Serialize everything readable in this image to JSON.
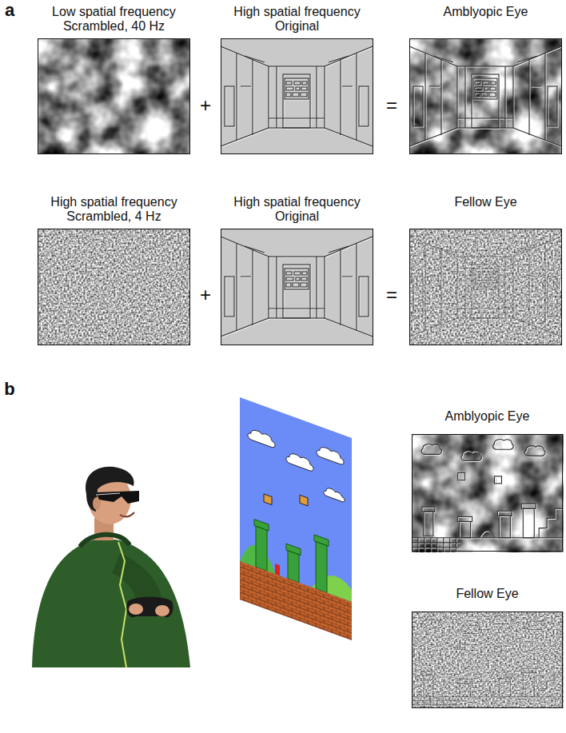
{
  "diagram": {
    "nodes": [
      {
        "text": [
          "Low spatial frequency Scrambled, 40 Hz"
        ]
      },
      {
        "text": [
          "High spatial frequency Original"
        ]
      },
      {
        "text": [
          "Amblyopic Eye"
        ]
      },
      {
        "text": [
          "High spatial frequency Scrambled, 4 Hz"
        ]
      },
      {
        "text": [
          "High spatial frequency Original"
        ]
      },
      {
        "text": [
          "Fellow Eye"
        ]
      },
      {
        "text": [
          "Amblyopic Eye"
        ]
      },
      {
        "text": [
          "Fellow Eye"
        ]
      }
    ],
    "labels": [
      "a",
      "+",
      "=",
      "+",
      "=",
      "b"
    ]
  }
}
